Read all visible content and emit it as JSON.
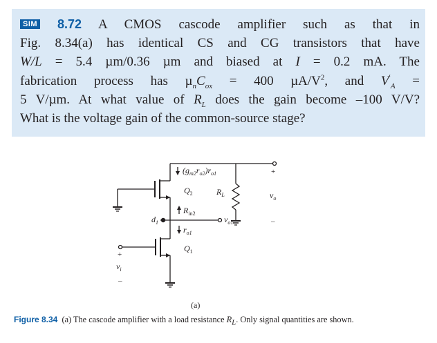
{
  "problem": {
    "sim_badge": "SIM",
    "number": "8.72",
    "line1": "A CMOS cascode amplifier such as that in",
    "line2": "Fig. 8.34(a) has identical CS and CG transistors that have",
    "line3_a": "W/L",
    "line3_b": " = 5.4 µm/0.36 µm and biased at ",
    "line3_c": "I",
    "line3_d": " = 0.2 mA. The",
    "line4_a": "fabrication process has µ",
    "line4_sub1": "n",
    "line4_b": "C",
    "line4_sub2": "ox",
    "line4_c": " = 400 µA/V",
    "line4_sup": "2",
    "line4_d": ", and ",
    "line4_e": "V",
    "line4_sup2": "′",
    "line4_sub3": "A",
    "line4_f": " =",
    "line5_a": "5 V/µm. At what value of ",
    "line5_b": "R",
    "line5_sub": "L",
    "line5_c": " does the gain become –100 V/V?",
    "line6": "What is the voltage gain of the common-source stage?"
  },
  "circuit": {
    "label_top_g": "(g",
    "label_top_m2": "m2",
    "label_top_r": "r",
    "label_top_o2": "o2",
    "label_top_close": ")r",
    "label_top_o1": "o1",
    "q2": "Q",
    "q2_sub": "2",
    "rl": "R",
    "rl_sub": "L",
    "plus_out": "+",
    "vo": "v",
    "vo_sub": "o",
    "minus_out": "–",
    "rin2": "R",
    "rin2_sub": "in2",
    "d1": "d",
    "d1_sub": "1",
    "vo1": "v",
    "vo1_sub": "o1",
    "ro1": "r",
    "ro1_sub": "o1",
    "q1": "Q",
    "q1_sub": "1",
    "plus_in": "+",
    "vi": "v",
    "vi_sub": "i",
    "minus_in": "–"
  },
  "figure": {
    "letter": "(a)",
    "caption_label": "Figure 8.34",
    "caption_a": "  (a) The cascode amplifier with a load resistance ",
    "caption_r": "R",
    "caption_sub": "L",
    "caption_b": ". Only signal quantities are shown."
  },
  "colors": {
    "box_bg": "#dbe9f6",
    "accent": "#0e5fa6"
  }
}
